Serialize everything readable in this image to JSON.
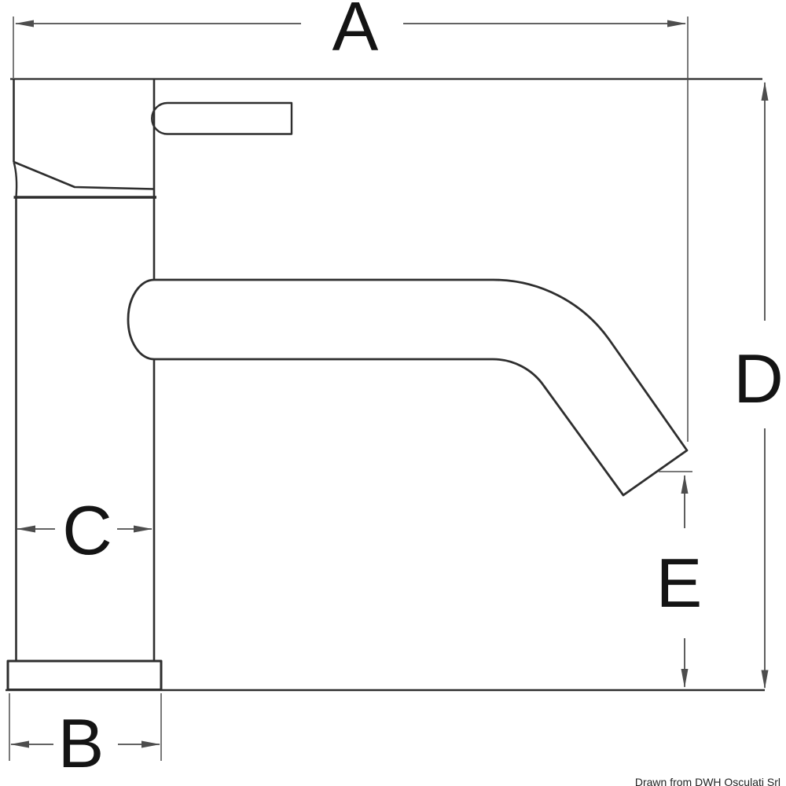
{
  "labels": {
    "a": "A",
    "b": "B",
    "c": "C",
    "d": "D",
    "e": "E"
  },
  "credit": "Drawn from DWH Osculati Srl",
  "colors": {
    "background": "#ffffff",
    "outline": "#2e2e2e",
    "dimension_lines": "#4d4d4d",
    "label_text": "#141414"
  }
}
